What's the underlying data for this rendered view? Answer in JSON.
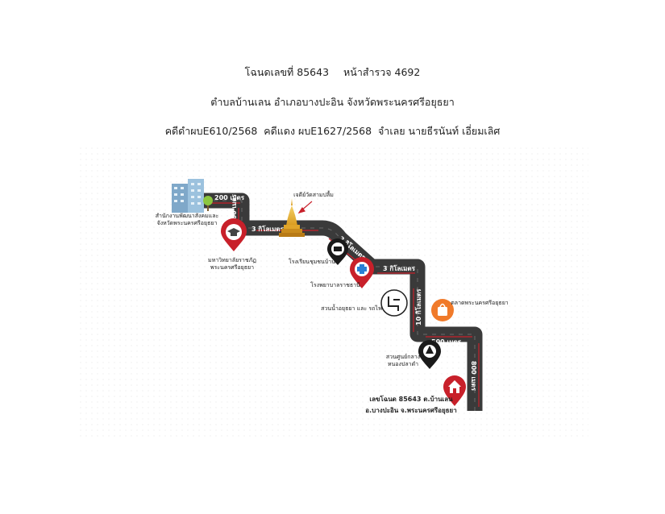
{
  "header": {
    "deed_no": "โฉนดเลขที่ 85643",
    "survey_page": "หน้าสำรวจ 4692",
    "location": "ตำบลบ้านเลน อำเภอบางปะอิน จังหวัดพระนครศรีอยุธยา",
    "case_black": "คดีดำผบE610/2568",
    "case_red": "คดีแดง ผบE1627/2568",
    "defendant": "จำเลย นายธีรนันท์ เอี่ยมเลิศ"
  },
  "map": {
    "road_color": "#3a3a3a",
    "accent_color": "#c8202a",
    "distances": {
      "d200_top": "200 เมตร",
      "d200_side": "200 เมตร",
      "d3km_a": "3 กิโลเมตร",
      "d2km": "2 กิโลเมตร",
      "d3km_b": "3 กิโลเมตร",
      "d10km": "10 กิโลเมตร",
      "d500": "500 เมตร",
      "d800": "800 เมตร"
    },
    "places": {
      "office_line1": "สำนักงานพัฒนาสังคมและ",
      "office_line2": "จังหวัดพระนครศรีอยุธยา",
      "university_line1": "มหาวิทยาลัยราชภัฏ",
      "university_line2": "พระนครศรีอยุธยา",
      "pagoda": "เจดีย์วัดสามปลื้ม",
      "school": "โรงเรียนชุมชนบ้าน",
      "hospital": "โรงพยาบาลราชธานี",
      "park": "สวนน้ำอยุธยา และ รถไฟ",
      "market": "ตลาดพระนครศรีอยุธยา",
      "temple_line1": "สวนศูนย์กลาง",
      "temple_line2": "หนองปลาดำ",
      "target_line1": "เลขโฉนด 85643 ต.บ้านเลน",
      "target_line2": "อ.บางปะอิน จ.พระนครศรีอยุธยา"
    },
    "icons": {
      "office": "office-building-icon",
      "tree": "tree-icon",
      "university": "graduation-cap-pin-icon",
      "pagoda": "golden-pagoda-icon",
      "school": "school-pin-icon",
      "hospital": "hospital-cross-pin-icon",
      "park": "park-pool-icon",
      "market": "shopping-bag-icon",
      "temple": "temple-pin-icon",
      "target": "home-pin-icon"
    }
  }
}
